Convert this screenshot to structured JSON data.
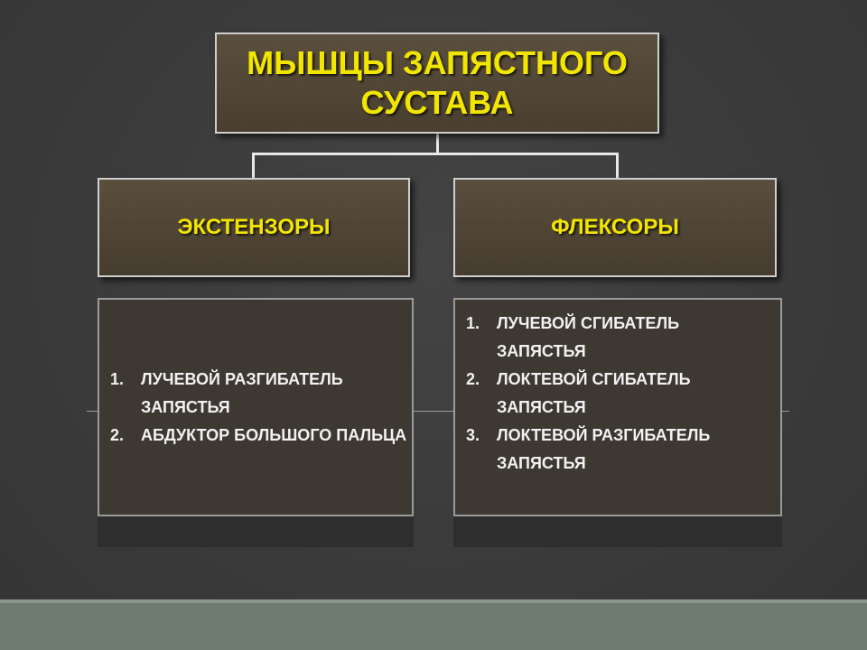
{
  "title": {
    "line1": "МЫШЦЫ  ЗАПЯСТНОГО",
    "line2": "СУСТАВА"
  },
  "categories": {
    "extensors": {
      "label": "ЭКСТЕНЗОРЫ",
      "items": [
        {
          "num": "1.",
          "text": "ЛУЧЕВОЙ РАЗГИБАТЕЛЬ ЗАПЯСТЬЯ"
        },
        {
          "num": "2.",
          "text": "АБДУКТОР БОЛЬШОГО ПАЛЬЦА"
        }
      ]
    },
    "flexors": {
      "label": "ФЛЕКСОРЫ",
      "items": [
        {
          "num": "1.",
          "text": "ЛУЧЕВОЙ СГИБАТЕЛЬ ЗАПЯСТЬЯ"
        },
        {
          "num": "2.",
          "text": "ЛОКТЕВОЙ СГИБАТЕЛЬ ЗАПЯСТЬЯ"
        },
        {
          "num": "3.",
          "text": "ЛОКТЕВОЙ РАЗГИБАТЕЛЬ ЗАПЯСТЬЯ"
        }
      ]
    }
  },
  "colors": {
    "title_text": "#f2e600",
    "box_fill": "#4f4434",
    "list_text": "#f2f2f2",
    "footer_bar": "#6e7c70"
  }
}
